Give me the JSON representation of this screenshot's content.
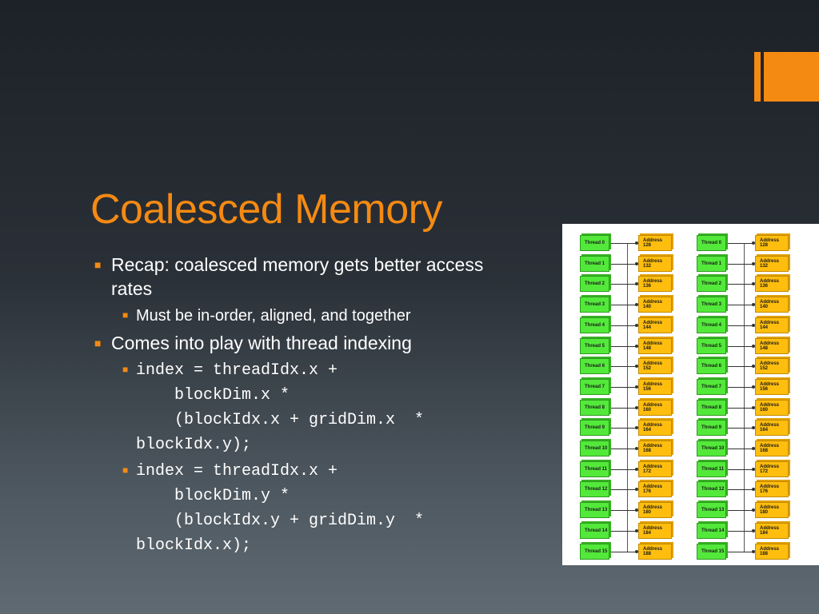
{
  "title": "Coalesced Memory",
  "bullets": {
    "b1": "Recap: coalesced memory gets better access rates",
    "b1_sub": "Must be in-order, aligned, and together",
    "b2": "Comes into play with thread indexing",
    "code1": "index = threadIdx.x +\n    blockDim.x *\n    (blockIdx.x + gridDim.x  *\nblockIdx.y);",
    "code2": "index = threadIdx.x +\n    blockDim.y *\n    (blockIdx.y + gridDim.y  *\nblockIdx.x);"
  },
  "diagram": {
    "columns": [
      {
        "threads": [
          "Thread 0",
          "Thread 1",
          "Thread 2",
          "Thread 3",
          "Thread 4",
          "Thread 5",
          "Thread 6",
          "Thread 7",
          "Thread 8",
          "Thread 9",
          "Thread 10",
          "Thread 11",
          "Thread 12",
          "Thread 13",
          "Thread 14",
          "Thread 15"
        ],
        "addresses": [
          "Address 128",
          "Address 132",
          "Address 136",
          "Address 140",
          "Address 144",
          "Address 148",
          "Address 152",
          "Address 156",
          "Address 160",
          "Address 164",
          "Address 168",
          "Address 172",
          "Address 176",
          "Address 180",
          "Address 184",
          "Address 188"
        ]
      },
      {
        "threads": [
          "Thread 0",
          "Thread 1",
          "Thread 2",
          "Thread 3",
          "Thread 4",
          "Thread 5",
          "Thread 6",
          "Thread 7",
          "Thread 8",
          "Thread 9",
          "Thread 10",
          "Thread 11",
          "Thread 12",
          "Thread 13",
          "Thread 14",
          "Thread 15"
        ],
        "addresses": [
          "Address 128",
          "Address 132",
          "Address 136",
          "Address 140",
          "Address 144",
          "Address 148",
          "Address 152",
          "Address 156",
          "Address 160",
          "Address 164",
          "Address 168",
          "Address 172",
          "Address 176",
          "Address 180",
          "Address 184",
          "Address 188"
        ]
      }
    ]
  },
  "colors": {
    "accent": "#f58a12",
    "thread": "#53e93a",
    "address": "#ffbe0e"
  }
}
